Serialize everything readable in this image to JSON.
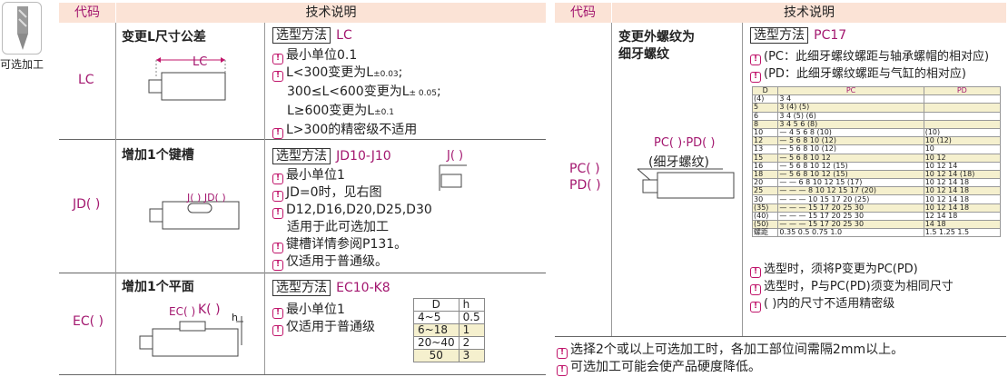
{
  "left": {
    "badge_label": "可选加工",
    "col_code": "代码",
    "col_desc": "技术说明",
    "rows": [
      {
        "code": "LC",
        "title": "变更L尺寸公差",
        "method_label": "选型方法",
        "method_code": "LC",
        "fig_label": "LC",
        "lines": [
          "最小单位0.1",
          "L<300变更为L",
          "300≤L<600变更为L",
          "L≥600变更为L",
          "L>300的精密级不适用"
        ],
        "tol_1": "±0.03",
        "tol_2": "± 0.05",
        "tol_3": "±0.1",
        "semicolon": ";"
      },
      {
        "code": "JD( )",
        "title": "增加1个键槽",
        "method_label": "选型方法",
        "method_code": "JD10-J10",
        "fig_label": "J( ) JD( )",
        "fig_label_2": "J( )",
        "lines": [
          "最小单位1",
          "JD=0时，见右图",
          "D12,D16,D20,D25,D30",
          "适用于此可选加工",
          "键槽详情参阅P131。",
          "仅适用于普通级。"
        ]
      },
      {
        "code": "EC( )",
        "title": "增加1个平面",
        "method_label": "选型方法",
        "method_code": "EC10-K8",
        "fig_label": "EC( )",
        "fig_label_k": "K( )",
        "fig_label_h": "h",
        "lines": [
          "最小单位1",
          "仅适用于普通级"
        ],
        "table_head": [
          "D",
          "h"
        ],
        "table_rows": [
          [
            "4~5",
            "0.5"
          ],
          [
            "6~18",
            "1"
          ],
          [
            "20~40",
            "2"
          ],
          [
            "50",
            "3"
          ]
        ]
      }
    ]
  },
  "right": {
    "col_code": "代码",
    "col_desc": "技术说明",
    "code": "PC( )\nPD( )",
    "code_1": "PC( )",
    "code_2": "PD( )",
    "title_1": "变更外螺纹为",
    "title_2": "细牙螺纹",
    "method_label": "选型方法",
    "method_code": "PC17",
    "note_pc": "(PC：此细牙螺纹螺距与轴承螺帽的相对应)",
    "note_pd": "(PD：此细牙螺纹螺距与气缸的相对应)",
    "fig_label": "PC( )·PD( )",
    "fig_label_2": "(细牙螺纹)",
    "pc_head": [
      "D",
      "PC",
      "PD"
    ],
    "pc_rows": [
      [
        "(4)",
        "3 4",
        "",
        ""
      ],
      [
        "5",
        "3 (4) (5)",
        "",
        ""
      ],
      [
        "6",
        "3 4 (5) (6)",
        "",
        ""
      ],
      [
        "8",
        "3 4 5 6 (8)",
        "",
        ""
      ],
      [
        "10",
        "— 4 5 6 8 (10)",
        "(10)",
        ""
      ],
      [
        "12",
        "— 5 6 8 10 (12)",
        "10 (12)",
        ""
      ],
      [
        "13",
        "— 5 6 8 10 (12)",
        "10",
        ""
      ],
      [
        "15",
        "— 5 6 8 10 12",
        "10 12",
        ""
      ],
      [
        "16",
        "— 5 6 8 10 12 (15)",
        "10 12 14",
        ""
      ],
      [
        "18",
        "— 5 6 8 10 12 (15)",
        "10 12 14 (18)",
        ""
      ],
      [
        "20",
        "— — 6 8 10 12 15 (17)",
        "10 12 14 18",
        ""
      ],
      [
        "25",
        "— — — 8 10 12 15 17 (20)",
        "10 12 14 18",
        ""
      ],
      [
        "30",
        "— — — 10 15 17 20 (25)",
        "10 12 14 18",
        ""
      ],
      [
        "(35)",
        "— — — 15 17 20 25 30",
        "10 12 14 18",
        ""
      ],
      [
        "(40)",
        "— — — 15 17 20 25 30",
        "12 14 18",
        ""
      ],
      [
        "(50)",
        "— — — 15 17 20 25 30",
        "14 18",
        ""
      ],
      [
        "螺距",
        "0.35 0.5 0.75 1.0",
        "1.5 1.25 1.5",
        ""
      ]
    ],
    "notes": [
      "选型时，须将P变更为PC(PD)",
      "选型时，P与PC(PD)须变为相同尺寸",
      "( )内的尺寸不适用精密级"
    ]
  },
  "footer": [
    "选择2个或以上可选加工时，各加工部位间需隔2mm以上。",
    "可选加工可能会使产品硬度降低。"
  ],
  "colors": {
    "header_bg": "#fbe3d6",
    "accent": "#a3176f",
    "row_alt": "#f5f0ce"
  }
}
